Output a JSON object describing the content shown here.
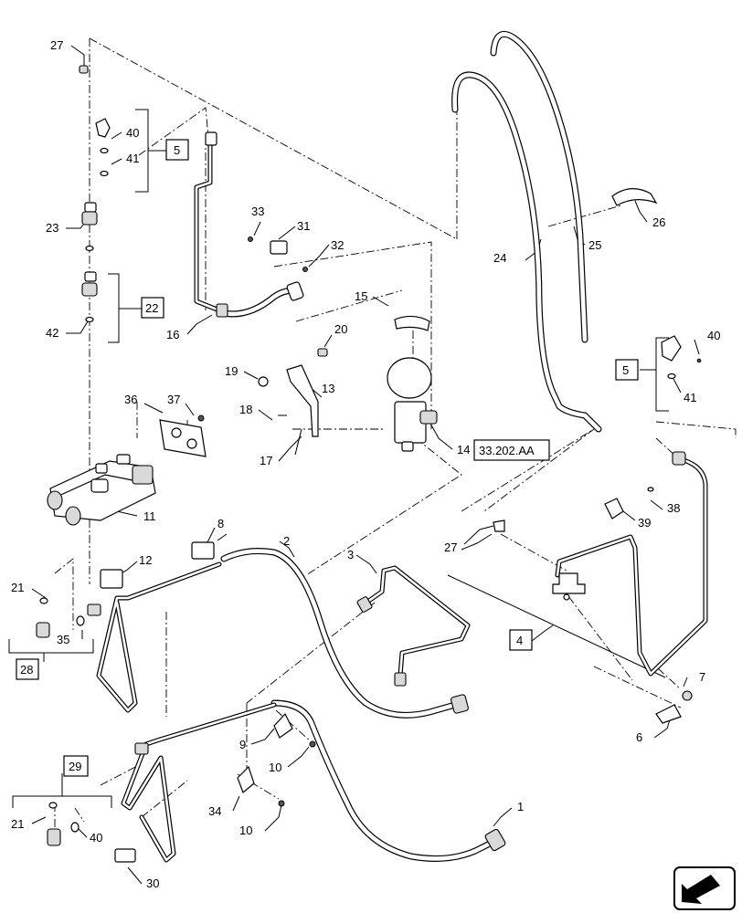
{
  "callouts": {
    "c1": "1",
    "c2": "2",
    "c3": "3",
    "c4": "4",
    "c5a": "5",
    "c5b": "5",
    "c6": "6",
    "c7": "7",
    "c8": "8",
    "c9": "9",
    "c10a": "10",
    "c10b": "10",
    "c11": "11",
    "c12": "12",
    "c13": "13",
    "c14": "14",
    "c15": "15",
    "c16": "16",
    "c17": "17",
    "c18": "18",
    "c19": "19",
    "c20": "20",
    "c21a": "21",
    "c21b": "21",
    "c22": "22",
    "c23": "23",
    "c24": "24",
    "c25": "25",
    "c26": "26",
    "c27a": "27",
    "c27b": "27",
    "c28": "28",
    "c29": "29",
    "c30": "30",
    "c31": "31",
    "c32": "32",
    "c33": "33",
    "c34": "34",
    "c35": "35",
    "c36": "36",
    "c37": "37",
    "c38": "38",
    "c39": "39",
    "c40a": "40",
    "c40b": "40",
    "c40c": "40",
    "c41a": "41",
    "c41b": "41",
    "c42": "42"
  },
  "reference": "33.202.AA",
  "icons": {
    "nav": "page-arrow-icon"
  }
}
